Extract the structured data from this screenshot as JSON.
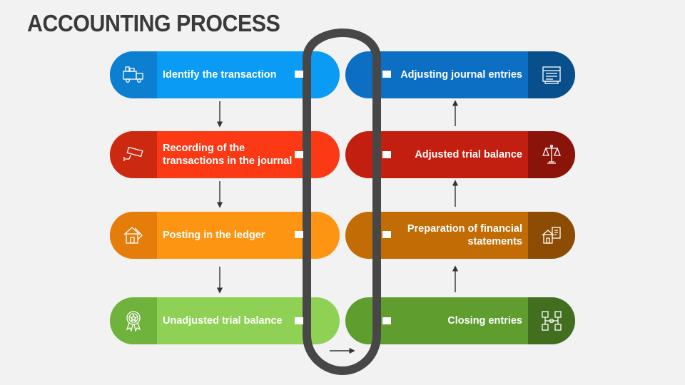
{
  "title": "ACCOUNTING PROCESS",
  "steps_left": [
    {
      "label": "Identify the transaction",
      "color": "#0a9cf5",
      "dark": "#0d7fd1",
      "icon": "delivery-truck-icon"
    },
    {
      "label": "Recording of the transactions in the journal",
      "color": "#fb3a15",
      "dark": "#cc2a10",
      "icon": "security-camera-icon"
    },
    {
      "label": "Posting in the ledger",
      "color": "#fd9512",
      "dark": "#e57d0a",
      "icon": "house-price-tag-icon"
    },
    {
      "label": "Unadjusted trial balance",
      "color": "#8ed155",
      "dark": "#6fb33c",
      "icon": "award-badge-icon"
    }
  ],
  "steps_right": [
    {
      "label": "Adjusting journal entries",
      "color": "#0c6fc4",
      "dark": "#094f8c",
      "icon": "receipt-list-icon"
    },
    {
      "label": "Adjusted trial balance",
      "color": "#c31f10",
      "dark": "#8b140a",
      "icon": "balance-scale-icon"
    },
    {
      "label": "Preparation of financial statements",
      "color": "#c26c06",
      "dark": "#8c4c04",
      "icon": "house-document-icon"
    },
    {
      "label": "Closing entries",
      "color": "#5e9d2e",
      "dark": "#416f1f",
      "icon": "network-nodes-icon"
    }
  ]
}
